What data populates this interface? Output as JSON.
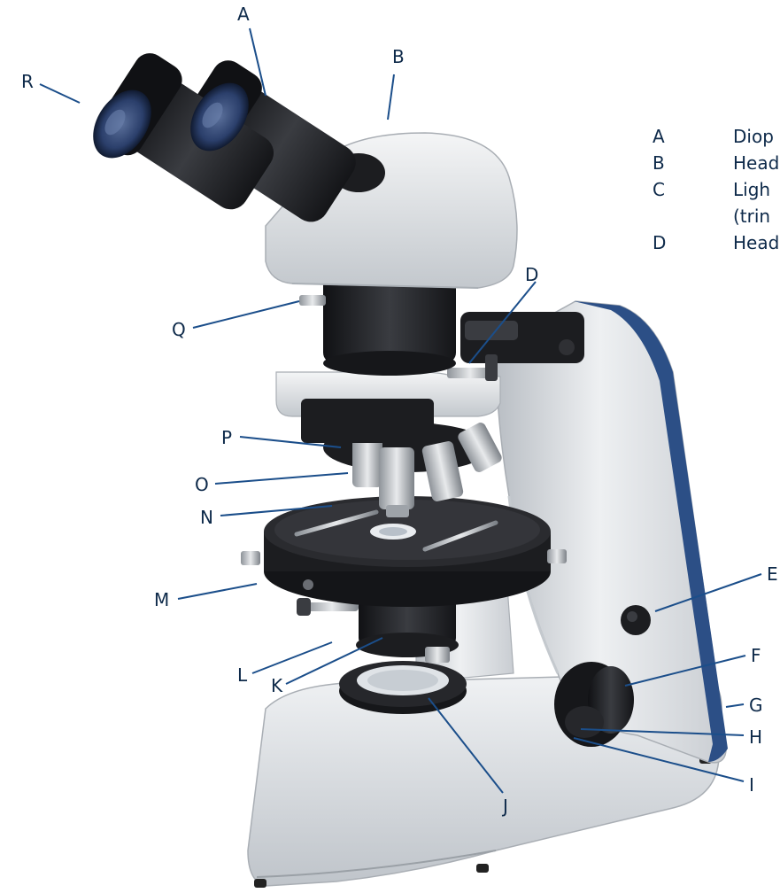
{
  "callouts": [
    {
      "letter": "A"
    },
    {
      "letter": "B"
    },
    {
      "letter": "D"
    },
    {
      "letter": "E"
    },
    {
      "letter": "F"
    },
    {
      "letter": "G"
    },
    {
      "letter": "H"
    },
    {
      "letter": "I"
    },
    {
      "letter": "J"
    },
    {
      "letter": "K"
    },
    {
      "letter": "L"
    },
    {
      "letter": "M"
    },
    {
      "letter": "N"
    },
    {
      "letter": "O"
    },
    {
      "letter": "P"
    },
    {
      "letter": "Q"
    },
    {
      "letter": "R"
    }
  ],
  "legend": [
    {
      "key": "A",
      "text": "Diop"
    },
    {
      "key": "B",
      "text": "Head"
    },
    {
      "key": "C",
      "text": "Ligh"
    },
    {
      "key": "",
      "text": "(trin"
    },
    {
      "key": "D",
      "text": "Head"
    }
  ],
  "colors": {
    "label": "#0e2a4a",
    "leader": "#1b4e8a",
    "body_light": "#e3e6e9",
    "body_shadow": "#b9bec4",
    "black_part": "#1c1d20",
    "blue_accent": "#2c4f86",
    "lens_blue": "#2b3f6b"
  }
}
